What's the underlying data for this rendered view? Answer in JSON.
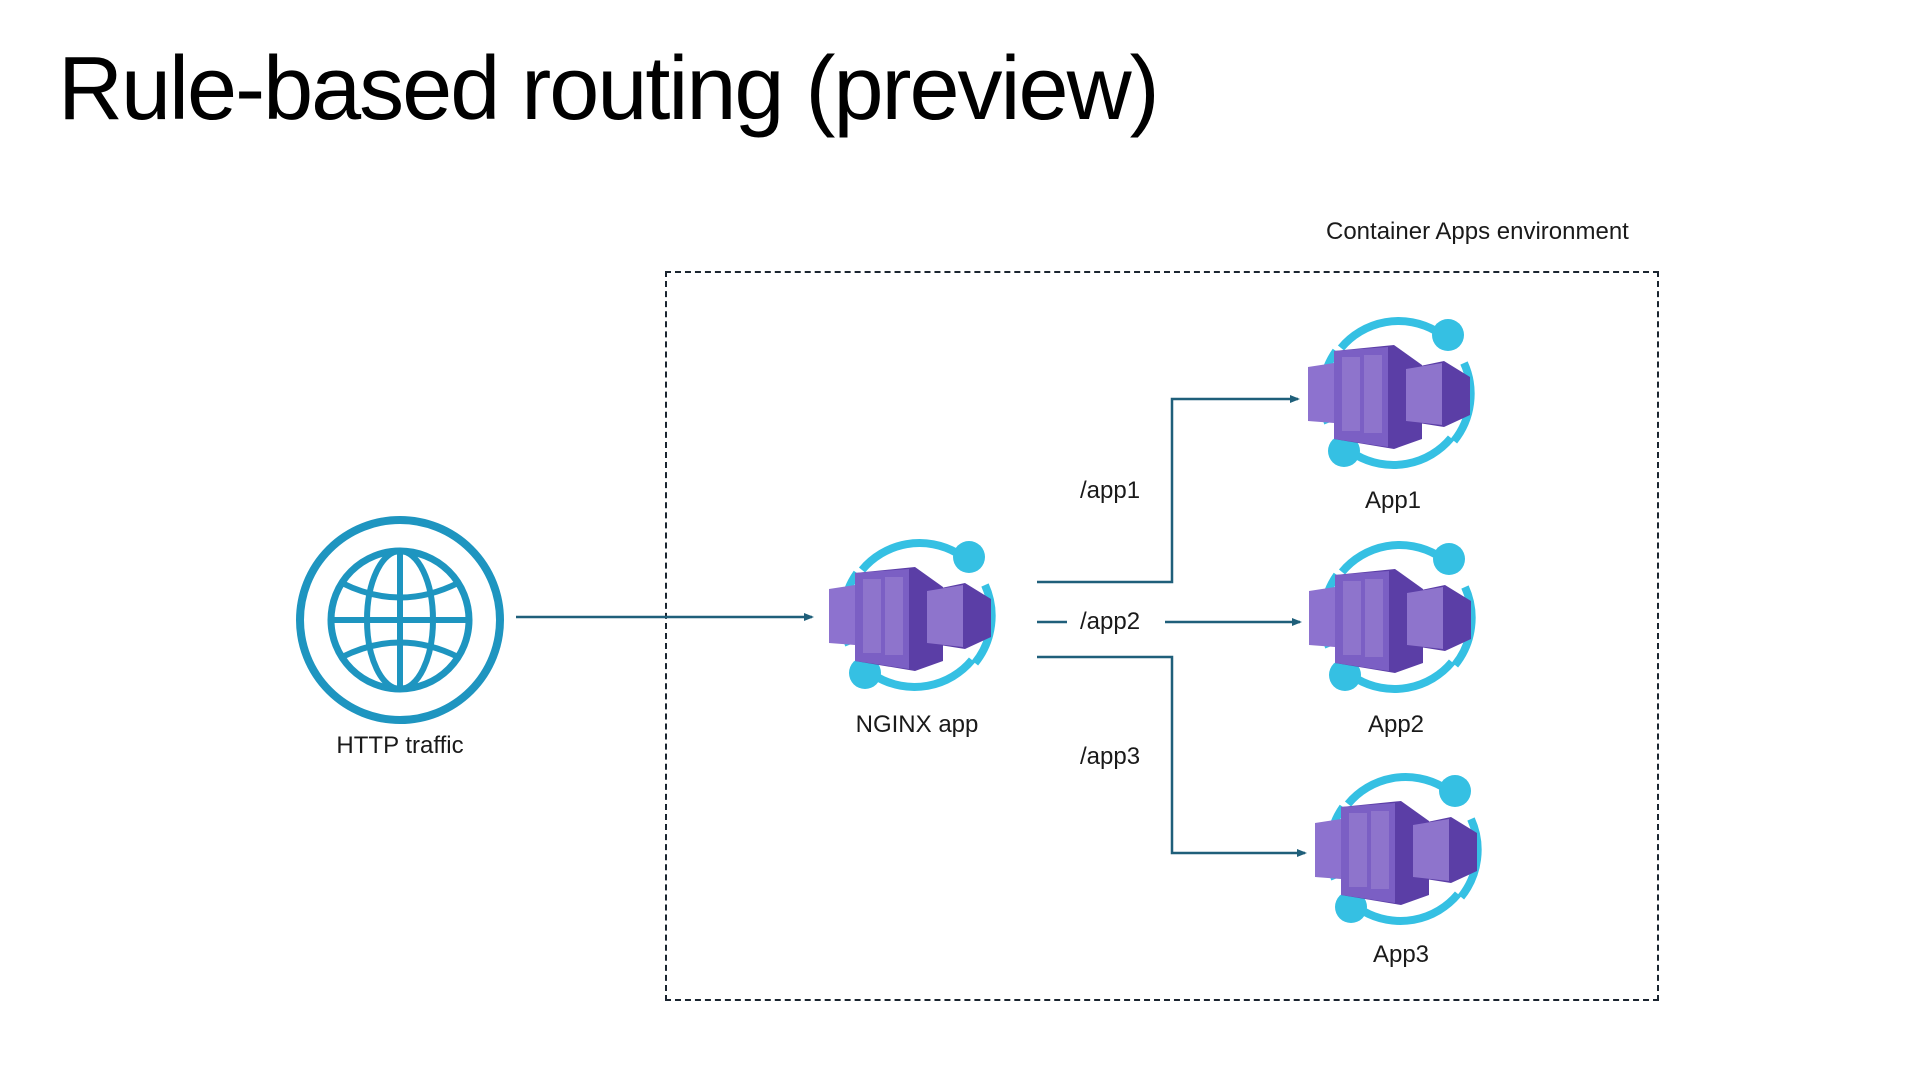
{
  "title": "Rule-based routing (preview)",
  "environment": {
    "label": "Container Apps environment"
  },
  "nodes": {
    "http": {
      "label": "HTTP traffic",
      "icon": "globe-icon"
    },
    "nginx": {
      "label": "NGINX app",
      "icon": "container-app-icon"
    },
    "app1": {
      "label": "App1",
      "icon": "container-app-icon"
    },
    "app2": {
      "label": "App2",
      "icon": "container-app-icon"
    },
    "app3": {
      "label": "App3",
      "icon": "container-app-icon"
    }
  },
  "routes": [
    {
      "path": "/app1",
      "target": "App1"
    },
    {
      "path": "/app2",
      "target": "App2"
    },
    {
      "path": "/app3",
      "target": "App3"
    }
  ],
  "colors": {
    "globe": "#1e95c0",
    "arrow": "#1f5f7a",
    "teal": "#35c0e3",
    "purple_dark": "#5b3ea6",
    "purple": "#7b5fc4",
    "purple_light": "#9a82d6",
    "border": "#1b2530"
  }
}
